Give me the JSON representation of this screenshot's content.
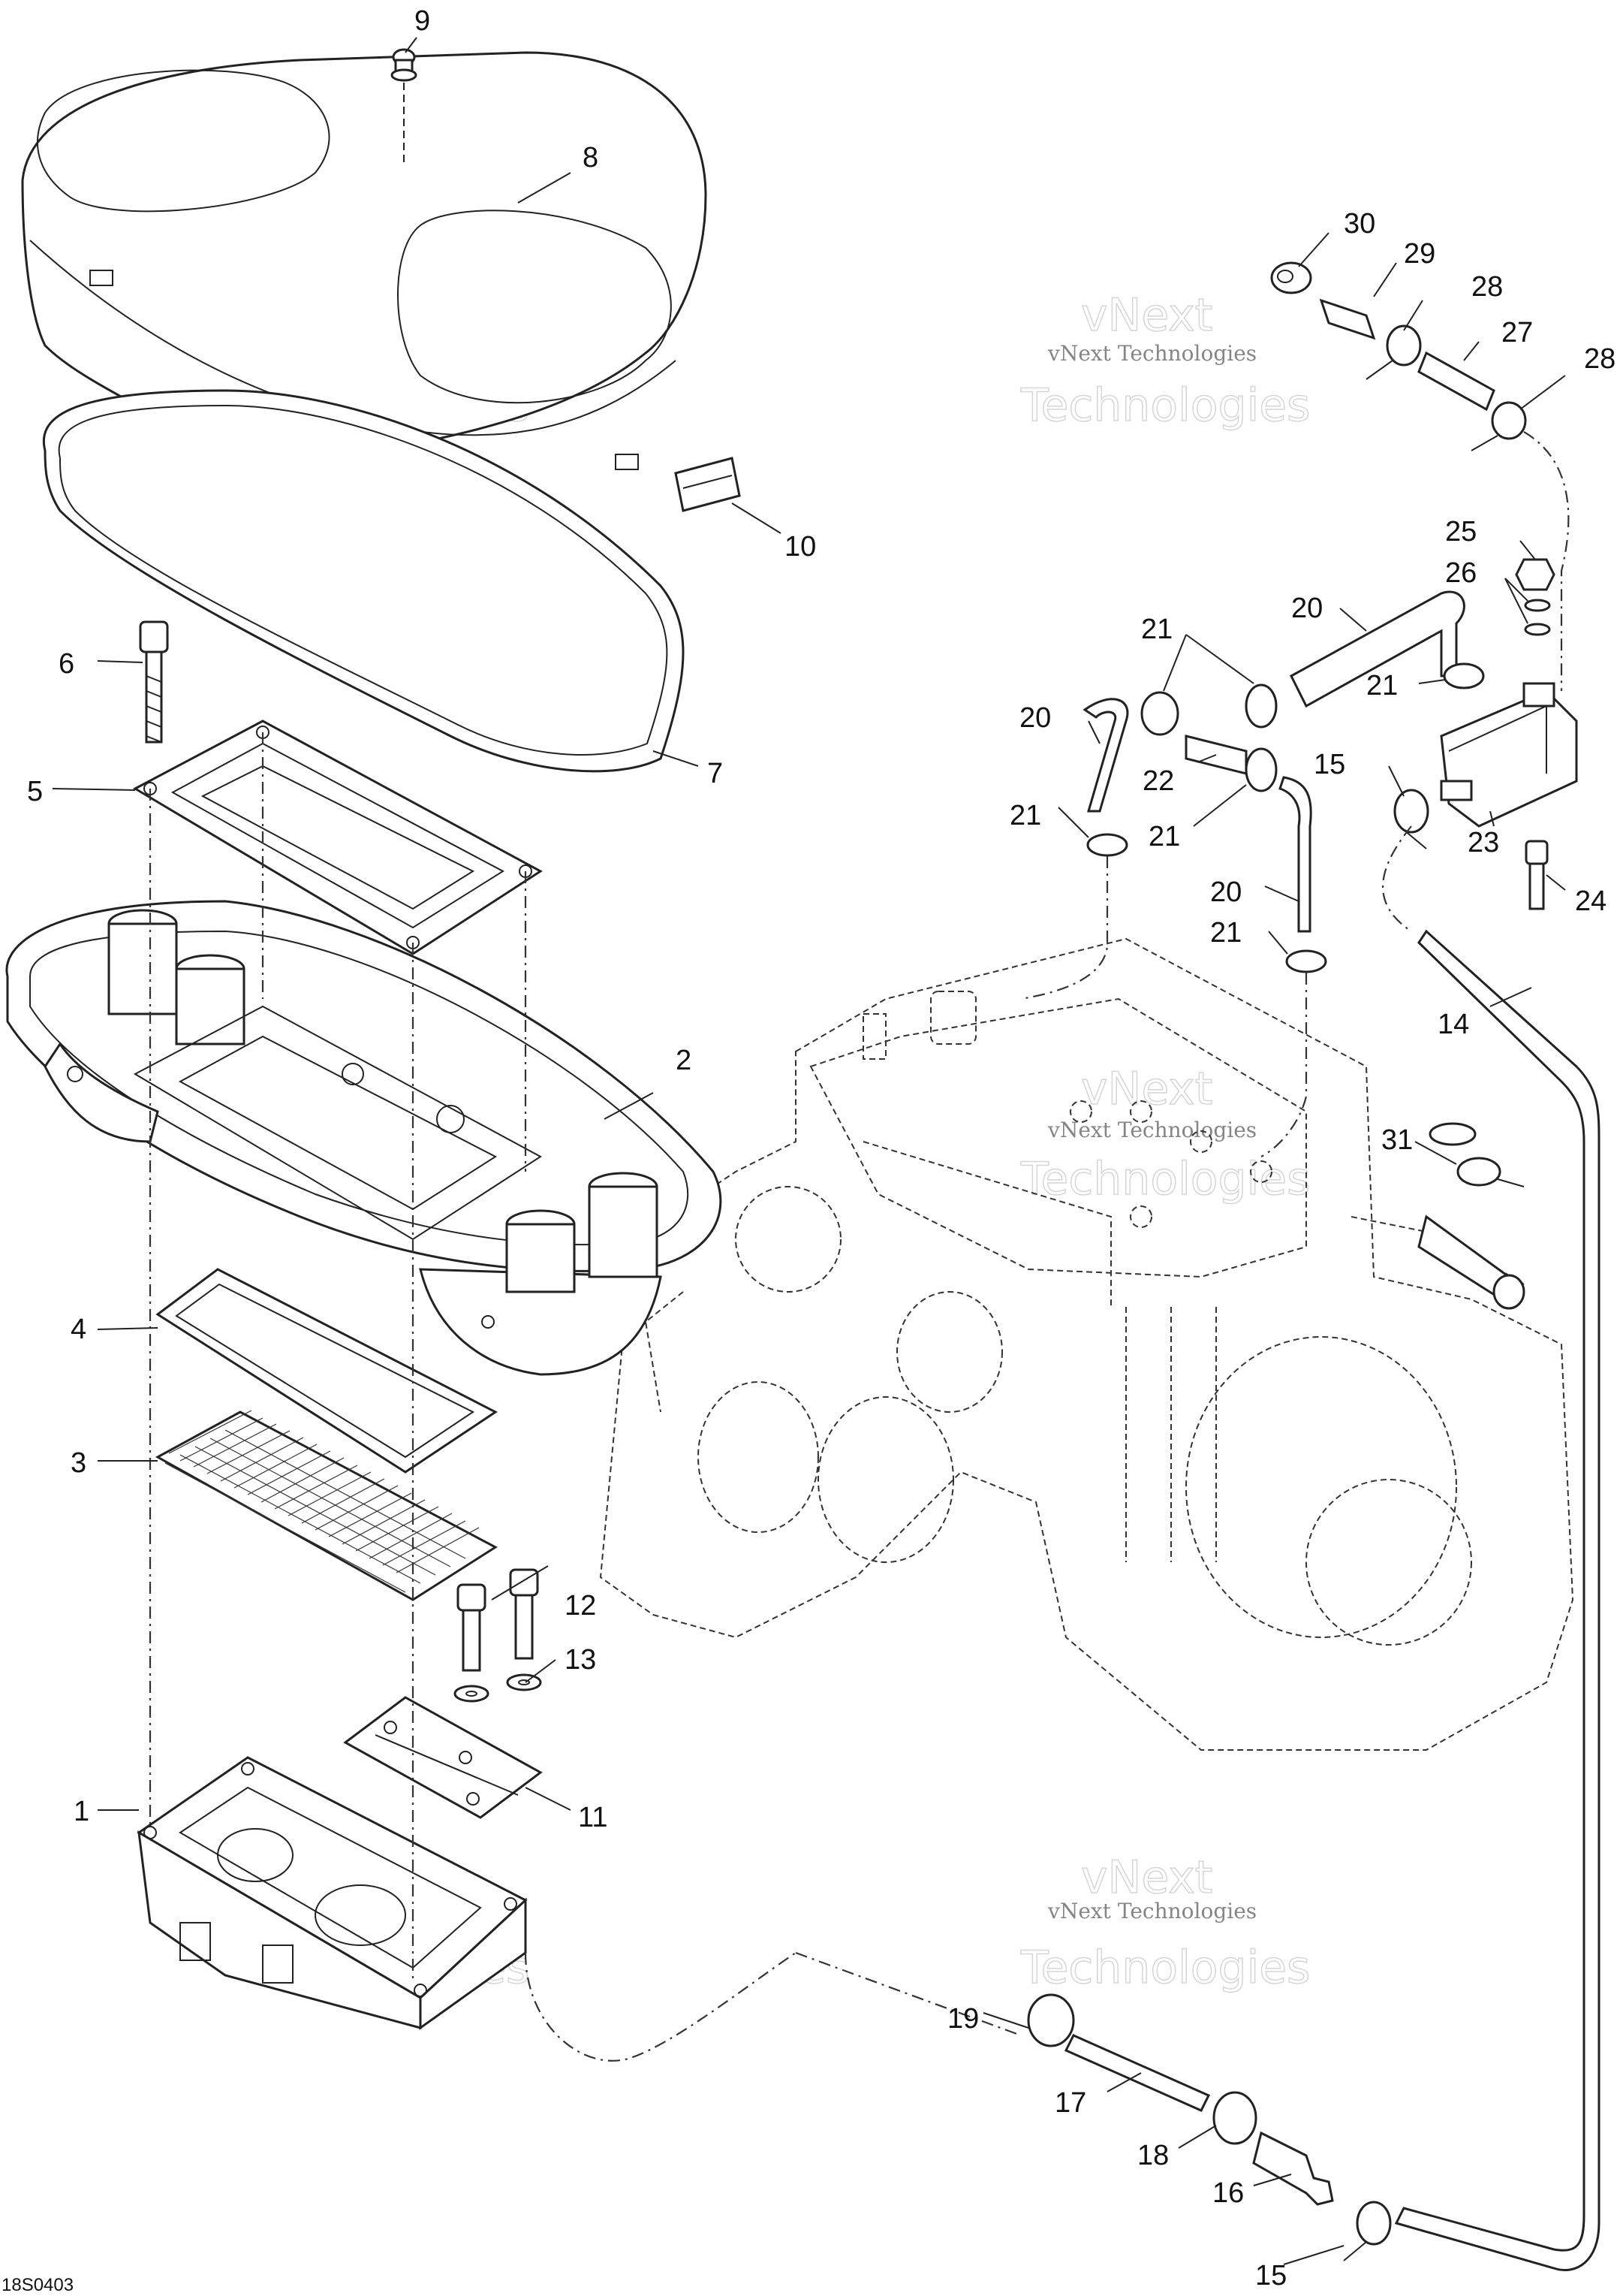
{
  "figure_code": "18S0403",
  "watermark": {
    "line1": "vNext Technologies",
    "line2": "vNext",
    "line3": "Technologies"
  },
  "callouts": [
    "1",
    "2",
    "3",
    "4",
    "5",
    "6",
    "7",
    "8",
    "9",
    "10",
    "11",
    "12",
    "13",
    "14",
    "15",
    "15",
    "16",
    "17",
    "18",
    "19",
    "20",
    "20",
    "20",
    "21",
    "21",
    "21",
    "21",
    "21",
    "22",
    "23",
    "24",
    "25",
    "26",
    "27",
    "28",
    "28",
    "29",
    "30",
    "31"
  ]
}
